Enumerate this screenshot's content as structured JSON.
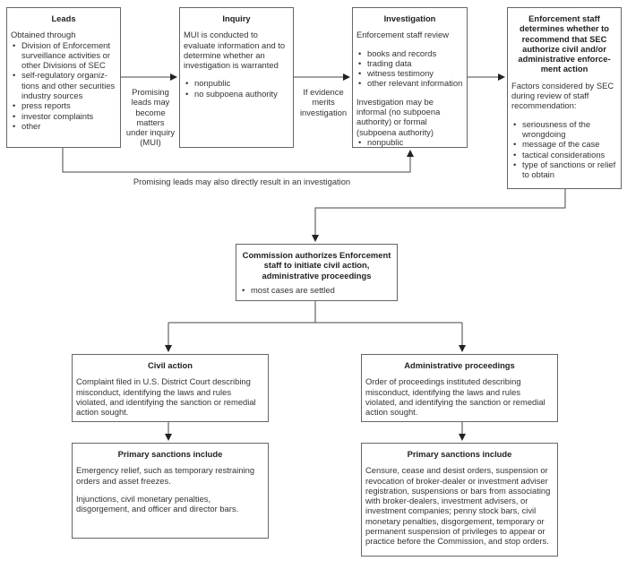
{
  "leads": {
    "title": "Leads",
    "intro": "Obtained through",
    "items": [
      "Division of Enforcement surveillance activities or other Divisions of SEC",
      "self-regulatory organiz-tions and other securities industry sources",
      "press reports",
      "investor complaints",
      "other"
    ]
  },
  "arrow_leads_inquiry": "Promising leads may become matters under inquiry (MUI)",
  "inquiry": {
    "title": "Inquiry",
    "text": "MUI is conducted to evaluate information and to determine whether an investigation is warranted",
    "items": [
      "nonpublic",
      "no subpoena authority"
    ]
  },
  "arrow_inquiry_investigation": "If evidence merits investigation",
  "investigation": {
    "title": "Investigation",
    "intro": "Enforcement staff review",
    "items": [
      "books and records",
      "trading data",
      "witness testimony",
      "other relevant information"
    ],
    "text2": "Investigation may be informal (no subpoena authority) or formal (subpoena authority)",
    "items2": [
      "nonpublic"
    ]
  },
  "direct_path": "Promising leads may also directly result in an investigation",
  "enforcement": {
    "title": "Enforcement staff determines whether to recommend that SEC authorize civil and/or administrative enforce-ment action",
    "intro": "Factors considered by SEC during review of staff recommendation:",
    "items": [
      "seriousness of the wrongdoing",
      "message of the case",
      "tactical considerations",
      "type of sanctions or relief to obtain"
    ]
  },
  "commission": {
    "title": "Commission authorizes Enforcement staff to initiate civil action, administrative proceedings",
    "items": [
      "most cases are settled"
    ]
  },
  "civil": {
    "title": "Civil action",
    "text": "Complaint filed in U.S. District Court describing misconduct, identifying the laws and rules violated, and identifying the sanction or remedial action sought."
  },
  "admin": {
    "title": "Administrative proceedings",
    "text": "Order of proceedings instituted describing misconduct, identifying the laws and rules violated, and identifying the sanction or remedial action sought."
  },
  "civil_sanctions": {
    "title": "Primary sanctions include",
    "p1": "Emergency relief, such as temporary restraining orders and asset freezes.",
    "p2": "Injunctions, civil monetary penalties, disgorgement, and officer and director bars."
  },
  "admin_sanctions": {
    "title": "Primary sanctions include",
    "p1": "Censure, cease and desist orders, suspension or revocation of broker-dealer or investment adviser registration, suspensions or bars from associating with broker-dealers, investment advisers, or investment companies; penny stock bars, civil monetary penalties, disgorgement, temporary or permanent suspension of privileges to appear or practice before the Commission, and stop orders."
  }
}
